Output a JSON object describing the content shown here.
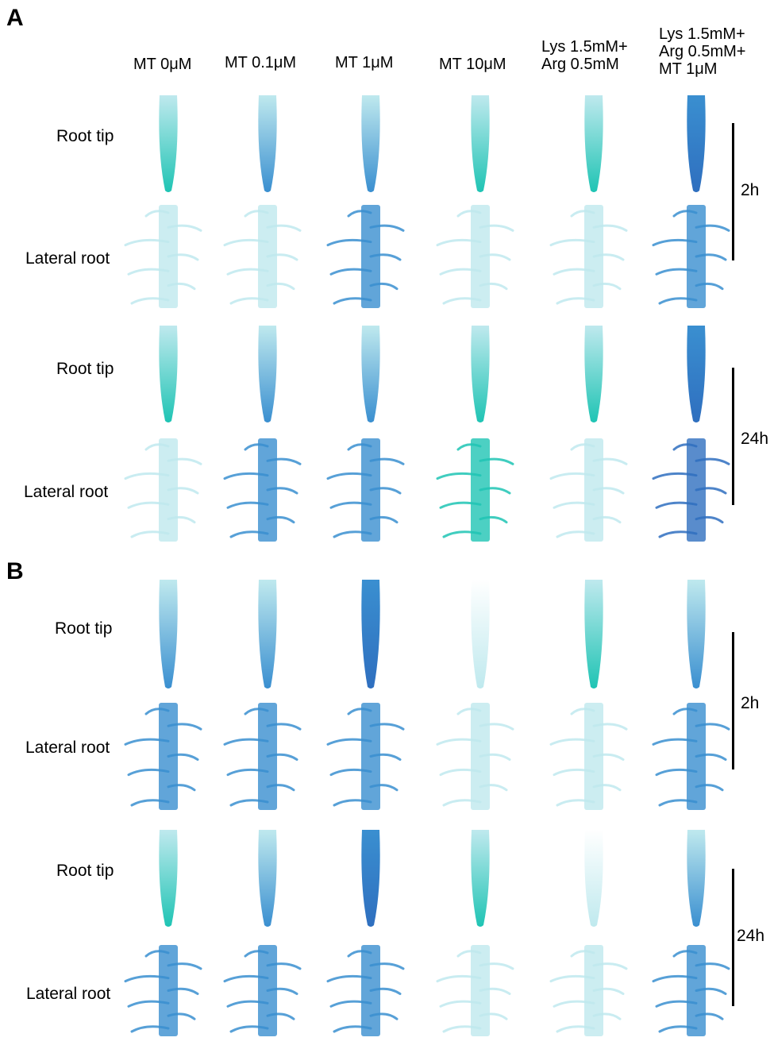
{
  "panels": [
    {
      "letter": "A",
      "groups": [
        {
          "time": "2h"
        },
        {
          "time": "24h"
        }
      ]
    },
    {
      "letter": "B",
      "groups": [
        {
          "time": "2h"
        },
        {
          "time": "24h"
        }
      ]
    }
  ],
  "columns": [
    "MT 0μM",
    "MT 0.1μM",
    "MT 1μM",
    "MT 10μM",
    "Lys 1.5mM+\nArg 0.5mM",
    "Lys 1.5mM+\nArg 0.5mM+\nMT 1μM"
  ],
  "row_labels": {
    "root_tip": "Root tip",
    "lateral_root": "Lateral root"
  },
  "colors": {
    "stain_teal": "#1fc4b4",
    "stain_blue": "#3a8fd0",
    "stain_light": "#bfe9ee",
    "stain_dark": "#2f6fbf",
    "background": "#ffffff"
  }
}
